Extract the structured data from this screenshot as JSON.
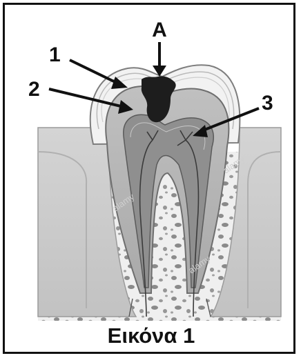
{
  "figure": {
    "caption": "Εικόνα 1",
    "labels": {
      "a": "A",
      "one": "1",
      "two": "2",
      "three": "3"
    },
    "watermark": "alamy"
  }
}
